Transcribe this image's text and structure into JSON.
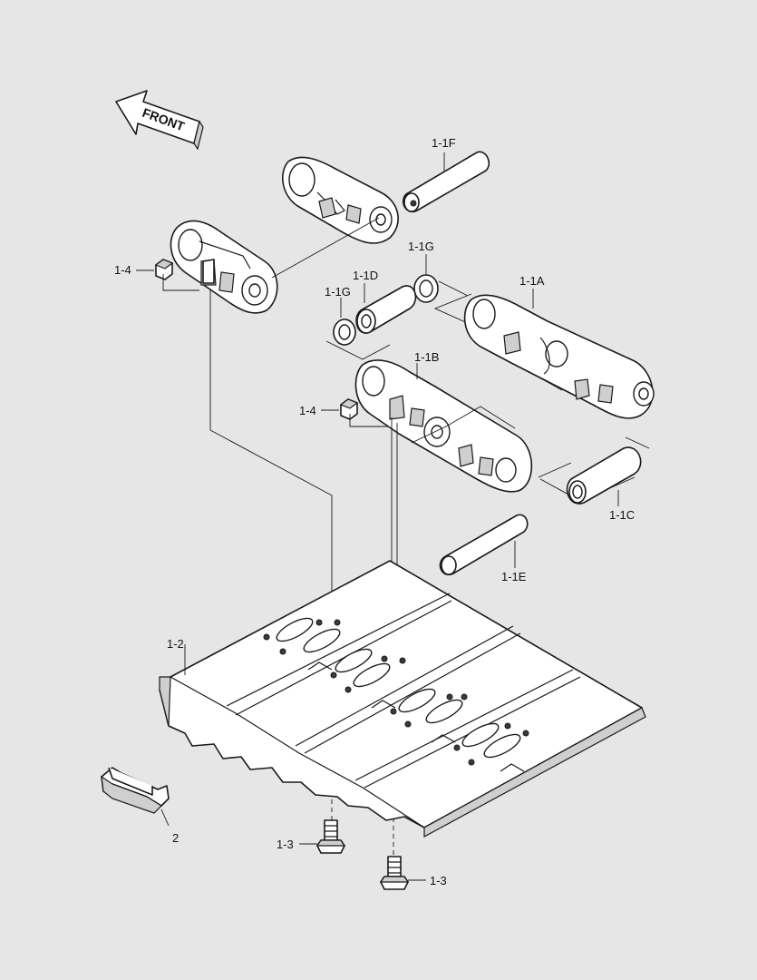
{
  "direction_label": "FRONT",
  "callouts": {
    "link_pin": "1-1F",
    "seal_upper": "1-1G",
    "bushing": "1-1D",
    "seal_lower": "1-1G",
    "link_assy_right": "1-1A",
    "link_assy_left": "1-1B",
    "bushing_right": "1-1C",
    "pin_lower": "1-1E",
    "nut_upper": "1-4",
    "nut_lower": "1-4",
    "shoe": "1-2",
    "clip": "2",
    "bolt_left": "1-3",
    "bolt_right": "1-3"
  },
  "colors": {
    "line": "#1a1a1a",
    "background": "#e6e6e6",
    "fill": "#ffffff",
    "shade": "#cfcfcf"
  }
}
